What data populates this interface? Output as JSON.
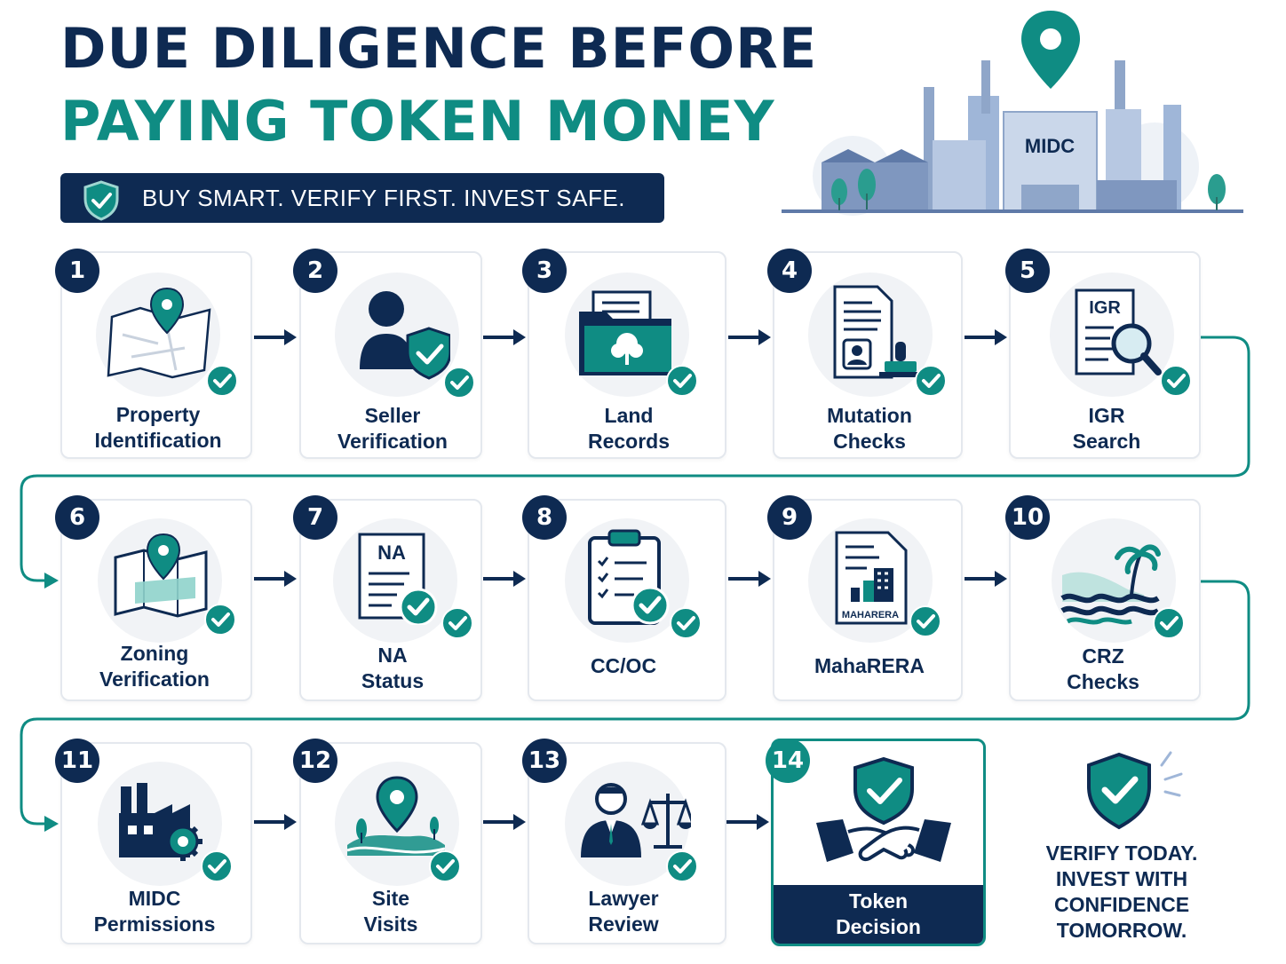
{
  "header": {
    "title_line1": "DUE DILIGENCE BEFORE",
    "title_line2": "PAYING TOKEN MONEY",
    "tagline": "BUY SMART. VERIFY FIRST. INVEST SAFE."
  },
  "illustration": {
    "building_sign": "MIDC",
    "pin_icon": "location-pin-icon"
  },
  "steps": [
    {
      "number": "1",
      "label": "Property\nIdentification",
      "icon": "map-pin-icon"
    },
    {
      "number": "2",
      "label": "Seller\nVerification",
      "icon": "person-shield-icon"
    },
    {
      "number": "3",
      "label": "Land\nRecords",
      "icon": "folder-tree-icon"
    },
    {
      "number": "4",
      "label": "Mutation\nChecks",
      "icon": "document-stamp-icon"
    },
    {
      "number": "5",
      "label": "IGR\nSearch",
      "icon": "magnifier-document-icon",
      "icon_text": "IGR"
    },
    {
      "number": "6",
      "label": "Zoning\nVerification",
      "icon": "zoning-map-icon"
    },
    {
      "number": "7",
      "label": "NA\nStatus",
      "icon": "na-document-icon",
      "icon_text": "NA"
    },
    {
      "number": "8",
      "label": "CC/OC",
      "icon": "clipboard-checklist-icon"
    },
    {
      "number": "9",
      "label": "MahaRERA",
      "icon": "maharera-document-icon",
      "icon_text": "MAHARERA"
    },
    {
      "number": "10",
      "label": "CRZ\nChecks",
      "icon": "coast-palm-icon"
    },
    {
      "number": "11",
      "label": "MIDC\nPermissions",
      "icon": "factory-gear-icon"
    },
    {
      "number": "12",
      "label": "Site\nVisits",
      "icon": "landscape-pin-icon"
    },
    {
      "number": "13",
      "label": "Lawyer\nReview",
      "icon": "lawyer-scales-icon"
    },
    {
      "number": "14",
      "label": "Token\nDecision",
      "icon": "handshake-shield-icon"
    }
  ],
  "closing": {
    "text": "VERIFY TODAY.\nINVEST WITH\nCONFIDENCE\nTOMORROW.",
    "icon": "shield-check-icon"
  },
  "colors": {
    "navy": "#0e2a52",
    "teal": "#0f8c83",
    "light_bg": "#f1f3f6"
  }
}
